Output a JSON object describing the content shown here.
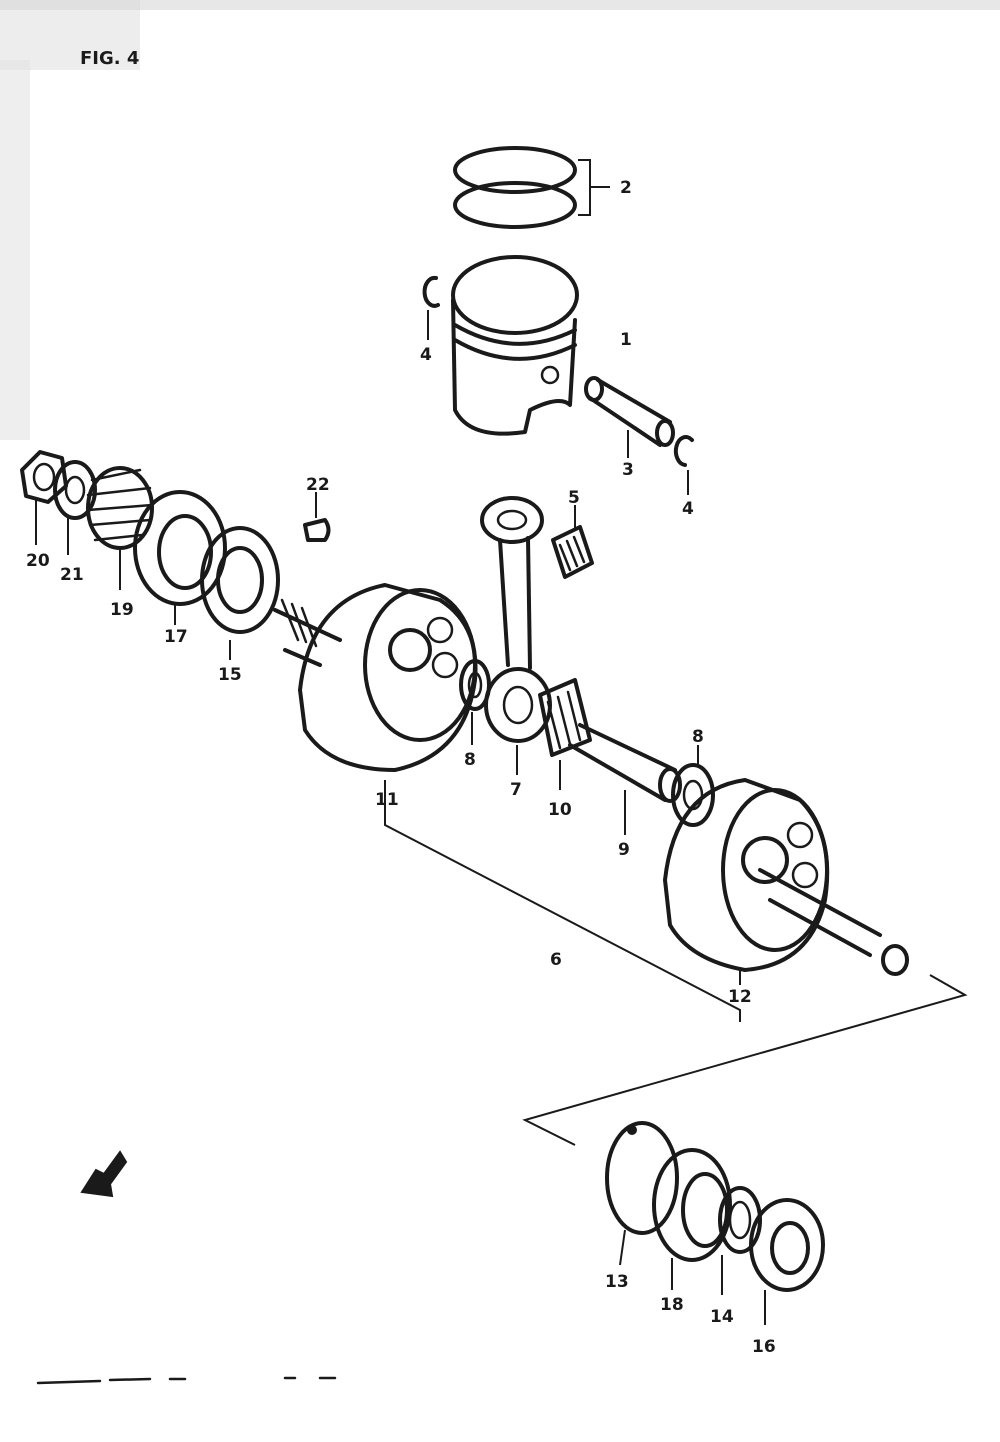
{
  "figure": {
    "title": "FIG. 4"
  },
  "callouts": {
    "c1": "1",
    "c2": "2",
    "c3": "3",
    "c4a": "4",
    "c4b": "4",
    "c5": "5",
    "c6": "6",
    "c7": "7",
    "c8a": "8",
    "c8b": "8",
    "c9": "9",
    "c10": "10",
    "c11": "11",
    "c12": "12",
    "c13": "13",
    "c14": "14",
    "c15": "15",
    "c16": "16",
    "c17": "17",
    "c18": "18",
    "c19": "19",
    "c20": "20",
    "c21": "21",
    "c22": "22"
  },
  "icons": {
    "front_arrow": "front-direction-arrow-icon"
  }
}
